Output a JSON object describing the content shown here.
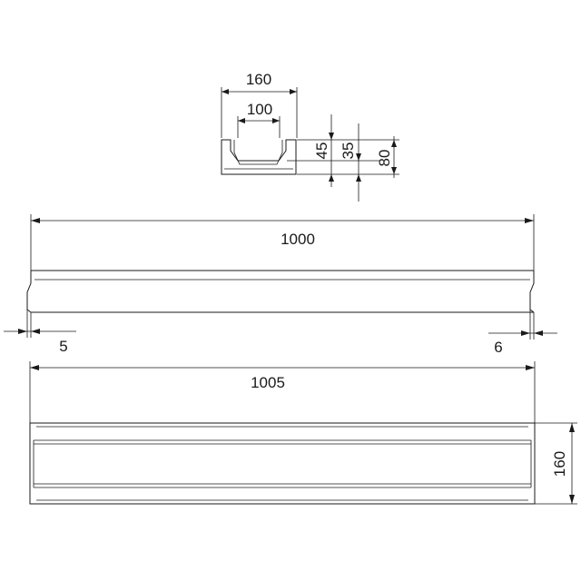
{
  "cross_section": {
    "overall_width": "160",
    "inner_width": "100",
    "inner_depth": "45",
    "base_thickness": "35",
    "overall_height": "80"
  },
  "side_view": {
    "length_top": "1000",
    "left_offset": "5",
    "right_offset": "6"
  },
  "plan_view": {
    "length": "1005",
    "width": "160"
  }
}
